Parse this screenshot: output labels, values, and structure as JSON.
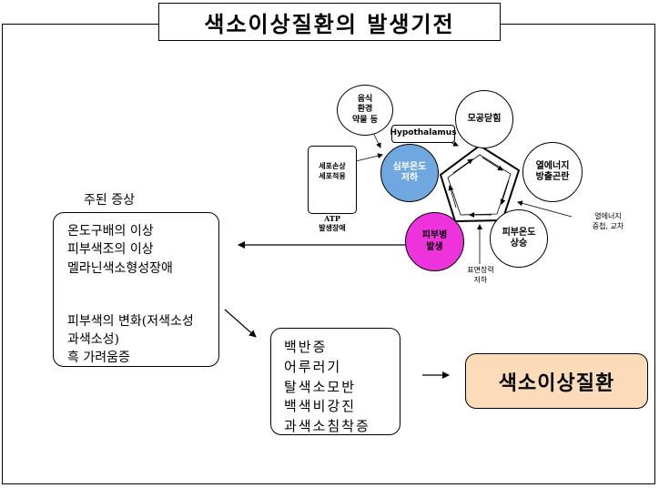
{
  "title": "색소이상질환의 발생기전",
  "cycle": {
    "hypothalamus": "Hypothalamus",
    "pore_closure": "모공닫힘",
    "heat_release": "열에너지\n방출곤란",
    "skin_temp_rise": "피부온도\n상승",
    "skin_lesion": "피부병\n발생",
    "core_temp_drop": "심부온도\n저하",
    "food_env_drug": "음식\n환경\n약물 등",
    "cell_damage": "세포손상\n세포적응",
    "atp": "ATP\n발생장애",
    "heat_accumulation": "열에너지\n중첩, 교차",
    "surface_tension": "표면장력\n저하"
  },
  "symptoms": {
    "heading": "주된 증상",
    "lines_top": [
      "온도구배의 이상",
      "피부색조의 이상",
      "멜라닌색소형성장애"
    ],
    "lines_bottom": [
      "피부색의 변화(저색소성",
      "과색소성)",
      "흑 가려움증"
    ]
  },
  "diseases": [
    "백반증",
    "어루러기",
    "탈색소모반",
    "백색비강진",
    "과색소침착증"
  ],
  "final_label": "색소이상질환",
  "colors": {
    "core_temp_fill": "#6fa8e0",
    "skin_lesion_fill": "#ee33dd",
    "final_fill": "#fcdcb8"
  }
}
